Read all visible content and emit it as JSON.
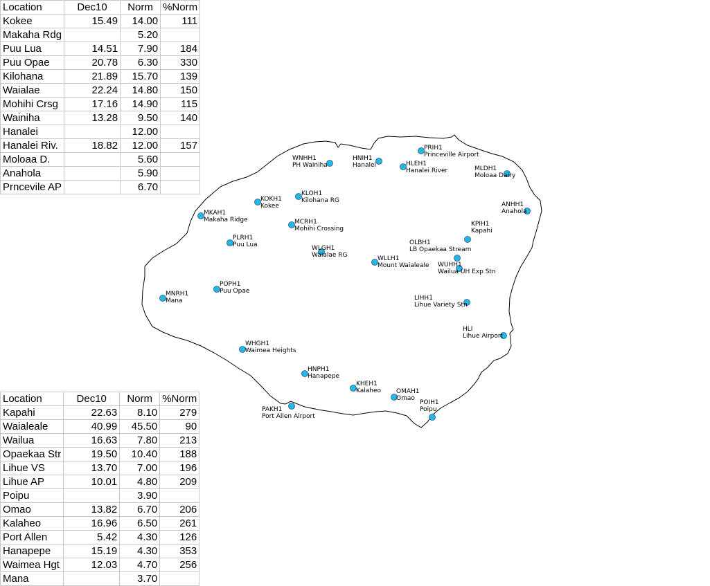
{
  "tables": {
    "top": {
      "headers": [
        "Location",
        "Dec10",
        "Norm",
        "%Norm"
      ],
      "rows": [
        [
          "Kokee",
          "15.49",
          "14.00",
          "111"
        ],
        [
          "Makaha Rdg",
          "",
          "5.20",
          ""
        ],
        [
          "Puu Lua",
          "14.51",
          "7.90",
          "184"
        ],
        [
          "Puu Opae",
          "20.78",
          "6.30",
          "330"
        ],
        [
          "Kilohana",
          "21.89",
          "15.70",
          "139"
        ],
        [
          "Waialae",
          "22.24",
          "14.80",
          "150"
        ],
        [
          "Mohihi Crsg",
          "17.16",
          "14.90",
          "115"
        ],
        [
          "Wainiha",
          "13.28",
          "9.50",
          "140"
        ],
        [
          "Hanalei",
          "",
          "12.00",
          ""
        ],
        [
          "Hanalei Riv.",
          "18.82",
          "12.00",
          "157"
        ],
        [
          "Moloaa D.",
          "",
          "5.60",
          ""
        ],
        [
          "Anahola",
          "",
          "5.90",
          ""
        ],
        [
          "Prncevile AP",
          "",
          "6.70",
          ""
        ]
      ]
    },
    "bottom": {
      "headers": [
        "Location",
        "Dec10",
        "Norm",
        "%Norm"
      ],
      "rows": [
        [
          "Kapahi",
          "22.63",
          "8.10",
          "279"
        ],
        [
          "Waialeale",
          "40.99",
          "45.50",
          "90"
        ],
        [
          "Wailua",
          "16.63",
          "7.80",
          "213"
        ],
        [
          "Opaekaa Str",
          "19.50",
          "10.40",
          "188"
        ],
        [
          "Lihue VS",
          "13.70",
          "7.00",
          "196"
        ],
        [
          "Lihue AP",
          "10.01",
          "4.80",
          "209"
        ],
        [
          "Poipu",
          "",
          "3.90",
          ""
        ],
        [
          "Omao",
          "13.82",
          "6.70",
          "206"
        ],
        [
          "Kalaheo",
          "16.96",
          "6.50",
          "261"
        ],
        [
          "Port Allen",
          "5.42",
          "4.30",
          "126"
        ],
        [
          "Hanapepe",
          "15.19",
          "4.30",
          "353"
        ],
        [
          "Waimea Hgt",
          "12.03",
          "4.70",
          "256"
        ],
        [
          "Mana",
          "",
          "3.70",
          ""
        ]
      ]
    }
  },
  "map": {
    "marker_color": "#29b5e8",
    "stations": [
      {
        "code": "WNHH1",
        "name": "PH Wainiha"
      },
      {
        "code": "HNIH1",
        "name": "Hanalei"
      },
      {
        "code": "PRIH1",
        "name": "Princeville Airport"
      },
      {
        "code": "HLEH1",
        "name": "Hanalei River"
      },
      {
        "code": "MLDH1",
        "name": "Moloaa Dairy"
      },
      {
        "code": "KOKH1",
        "name": "Kokee"
      },
      {
        "code": "KLOH1",
        "name": "Kilohana RG"
      },
      {
        "code": "MKAH1",
        "name": "Makaha Ridge"
      },
      {
        "code": "ANHH1",
        "name": "Anahola"
      },
      {
        "code": "MCRH1",
        "name": "Mohihi Crossing"
      },
      {
        "code": "KPIH1",
        "name": "Kapahi"
      },
      {
        "code": "PLRH1",
        "name": "Puu Lua"
      },
      {
        "code": "WLGH1",
        "name": "Waialae RG"
      },
      {
        "code": "OLBH1",
        "name": "LB Opaekaa Stream"
      },
      {
        "code": "WLLH1",
        "name": "Mount Waialeale"
      },
      {
        "code": "WUHH1",
        "name": "Wailua UH Exp Stn"
      },
      {
        "code": "POPH1",
        "name": "Puu Opae"
      },
      {
        "code": "MNRH1",
        "name": "Mana"
      },
      {
        "code": "LIHH1",
        "name": "Lihue Variety Stn"
      },
      {
        "code": "HLI",
        "name": "Lihue Airport"
      },
      {
        "code": "WHGH1",
        "name": "Waimea Heights"
      },
      {
        "code": "HNPH1",
        "name": "Hanapepe"
      },
      {
        "code": "KHEH1",
        "name": "Kalaheo"
      },
      {
        "code": "OMAH1",
        "name": "Omao"
      },
      {
        "code": "POIH1",
        "name": "Poipu"
      },
      {
        "code": "PAKH1",
        "name": "Port Allen Airport"
      }
    ]
  }
}
